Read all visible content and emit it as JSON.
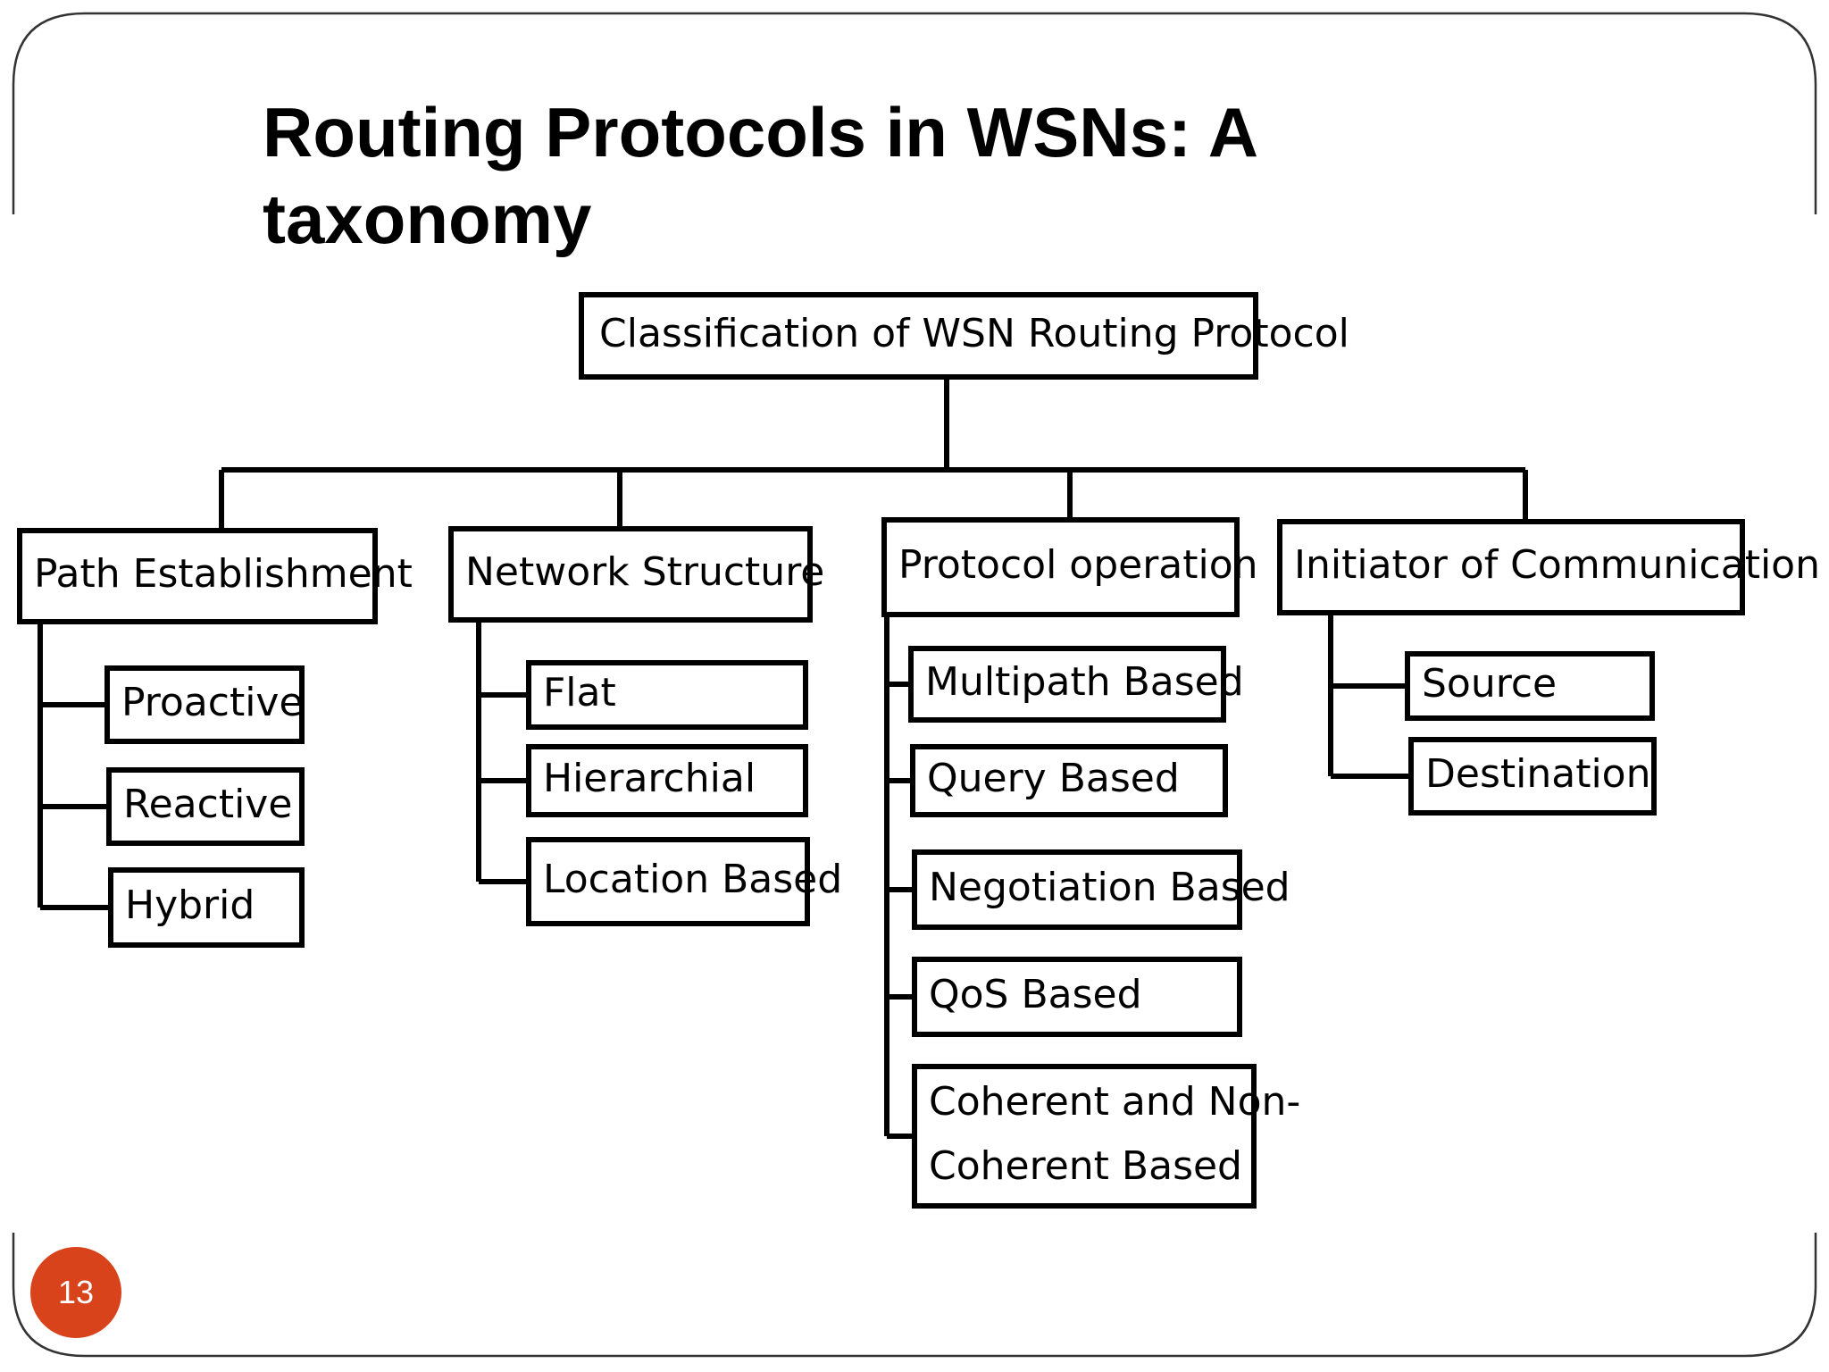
{
  "slide": {
    "title": "Routing Protocols in WSNs: A taxonomy",
    "page_number": "13",
    "badge_color": "#d9431c",
    "frame_color": "#333333"
  },
  "diagram": {
    "root": "Classification of WSN Routing Protocol",
    "categories": [
      {
        "label": "Path Establishment",
        "children": [
          "Proactive",
          "Reactive",
          "Hybrid"
        ]
      },
      {
        "label": "Network Structure",
        "children": [
          "Flat",
          "Hierarchial",
          "Location Based"
        ]
      },
      {
        "label": "Protocol operation",
        "children": [
          "Multipath Based",
          "Query Based",
          "Negotiation Based",
          "QoS Based",
          "Coherent and Non-Coherent Based"
        ]
      },
      {
        "label": "Initiator of Communication",
        "children": [
          "Source",
          "Destination"
        ]
      }
    ]
  }
}
